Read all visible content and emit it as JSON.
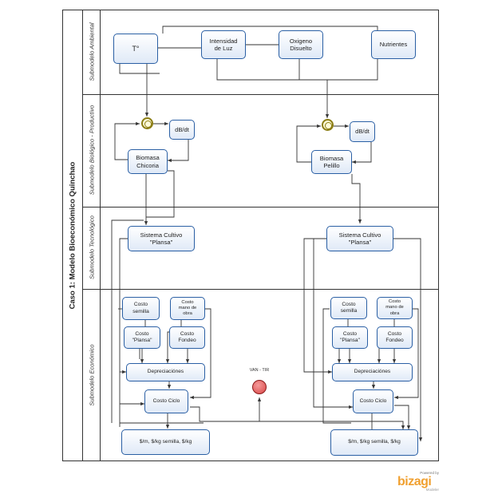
{
  "pool": {
    "title": "Caso 1: Modelo Bioeconómico Quinchao"
  },
  "lanes": [
    {
      "label": "Submodelo Ambiental"
    },
    {
      "label": "Submodelo Biológico - Productivo"
    },
    {
      "label": "Submodelo Tecnológico"
    },
    {
      "label": "Submodelo Económico"
    }
  ],
  "ambiental": {
    "temp": "T°",
    "luz": "Intensidad\nde Luz",
    "oxigeno": "Oxigeno\nDisuelto",
    "nutrientes": "Nutrientes"
  },
  "biologico": {
    "left": {
      "rate": "dB/dt",
      "biomasa": "Biomasa\nChicoria"
    },
    "right": {
      "rate": "dB/dt",
      "biomasa": "Biomasa\nPelillo"
    }
  },
  "tecnologico": {
    "left": "Sistema Cultivo\n\"Plansa\"",
    "right": "Sistema Cultivo\n\"Plansa\""
  },
  "economico": {
    "left": {
      "costo_semilla": "Costo\nsemilla",
      "costo_mano_obra": "Costo\nmano de\nobra",
      "costo_plansa": "Costo\n\"Plansa\"",
      "costo_fondeo": "Costo\nFondeo",
      "depreciaciones": "Depreciaciónes",
      "costo_ciclo": "Costo Ciclo",
      "resultado": "$/m, $/kg semilla, $/kg"
    },
    "right": {
      "costo_semilla": "Costo\nsemilla",
      "costo_mano_obra": "Costo\nmano de\nobra",
      "costo_plansa": "Costo\n\"Plansa\"",
      "costo_fondeo": "Costo\nFondeo",
      "depreciaciones": "Depreciaciónes",
      "costo_ciclo": "Costo Ciclo",
      "resultado": "$/m, $/kg semilla, $/kg"
    },
    "end_event_label": "VAN - TIR"
  },
  "brand": {
    "powered_by": "Powered by",
    "name": "bizagi",
    "sub": "Modeler"
  }
}
